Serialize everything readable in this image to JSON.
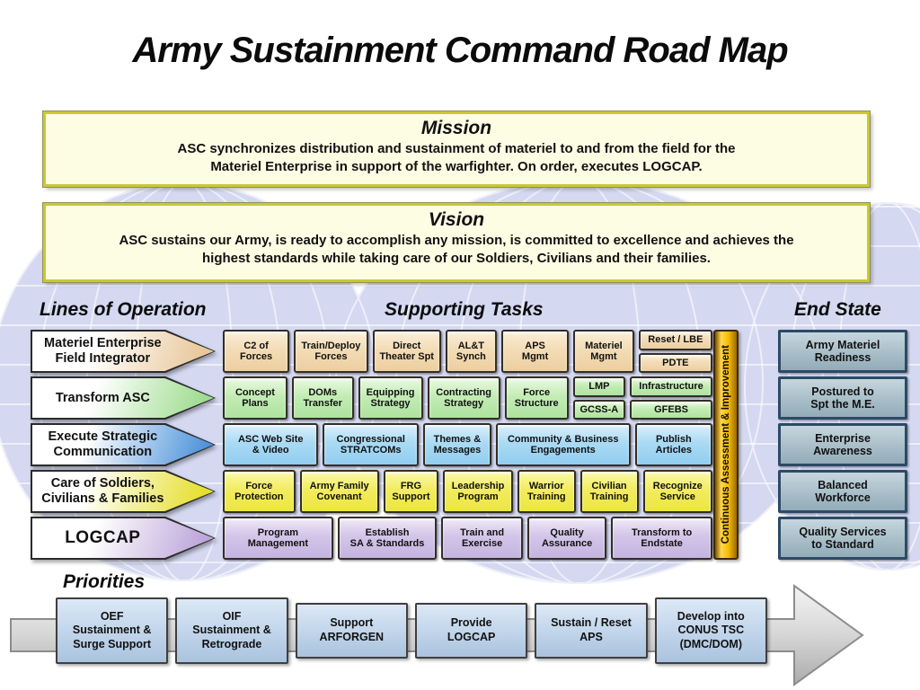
{
  "title": "Army Sustainment Command Road Map",
  "mission": {
    "heading": "Mission",
    "body": "ASC synchronizes distribution and sustainment of materiel to and from the field for the\nMateriel Enterprise in support of the warfighter.  On order, executes LOGCAP."
  },
  "vision": {
    "heading": "Vision",
    "body": "ASC sustains our Army, is ready to accomplish any mission, is committed to excellence and achieves the\nhighest standards while taking care of our Soldiers, Civilians and their families."
  },
  "headers": {
    "lines_of_operation": "Lines of Operation",
    "supporting_tasks": "Supporting Tasks",
    "end_state": "End State",
    "priorities": "Priorities"
  },
  "lines_of_operation": {
    "items": [
      {
        "label": "Materiel Enterprise\nField Integrator"
      },
      {
        "label": "Transform ASC"
      },
      {
        "label": "Execute Strategic\nCommunication"
      },
      {
        "label": "Care of Soldiers,\nCivilians &  Families"
      },
      {
        "label": "LOGCAP"
      }
    ]
  },
  "supporting_tasks": {
    "row1": {
      "cells": [
        "C2 of\nForces",
        "Train/Deploy\nForces",
        "Direct\nTheater Spt",
        "AL&T\nSynch",
        "APS\nMgmt",
        "Materiel\nMgmt"
      ],
      "stack": [
        "Reset / LBE",
        "PDTE"
      ]
    },
    "row2": {
      "cells": [
        "Concept\nPlans",
        "DOMs\nTransfer",
        "Equipping\nStrategy",
        "Contracting\nStrategy",
        "Force\nStructure"
      ],
      "stack1": [
        "LMP",
        "GCSS-A"
      ],
      "stack2": [
        "Infrastructure",
        "GFEBS"
      ]
    },
    "row3": {
      "cells": [
        "ASC Web Site\n&  Video",
        "Congressional\nSTRATCOMs",
        "Themes &\nMessages",
        "Community & Business\nEngagements",
        "Publish\nArticles"
      ]
    },
    "row4": {
      "cells": [
        "Force\nProtection",
        "Army Family\nCovenant",
        "FRG\nSupport",
        "Leadership\nProgram",
        "Warrior\nTraining",
        "Civilian\nTraining",
        "Recognize\nService"
      ]
    },
    "row5": {
      "cells": [
        "Program\nManagement",
        "Establish\nSA & Standards",
        "Train and\nExercise",
        "Quality\nAssurance",
        "Transform to\nEndstate"
      ]
    }
  },
  "assessment_bar": {
    "label": "Continuous Assessment & Improvement"
  },
  "end_state": {
    "items": [
      "Army Materiel\nReadiness",
      "Postured to\nSpt the M.E.",
      "Enterprise\nAwareness",
      "Balanced\nWorkforce",
      "Quality Services\nto Standard"
    ]
  },
  "priorities": {
    "items": [
      "OEF\nSustainment &\nSurge Support",
      "OIF\nSustainment &\nRetrograde",
      "Support\nARFORGEN",
      "Provide\nLOGCAP",
      "Sustain / Reset\nAPS",
      "Develop into\nCONUS TSC\n(DMC/DOM)"
    ]
  },
  "palette": {
    "banner_fill": "#fdfde4",
    "banner_border": "#c9c932",
    "row_tan": "#eccfa0",
    "row_green": "#aee39f",
    "row_blue": "#92cdf0",
    "row_yellow": "#ece63e",
    "row_purple": "#c4b4e0",
    "assessment_gold": "#f7bc02",
    "end_state_fill": "#a8bec8",
    "end_state_border": "#2c4a66",
    "priority_fill": "#bdd2e8",
    "arrow_gray": "#cfcfcf",
    "map_lavender": "#d4d8f0"
  }
}
